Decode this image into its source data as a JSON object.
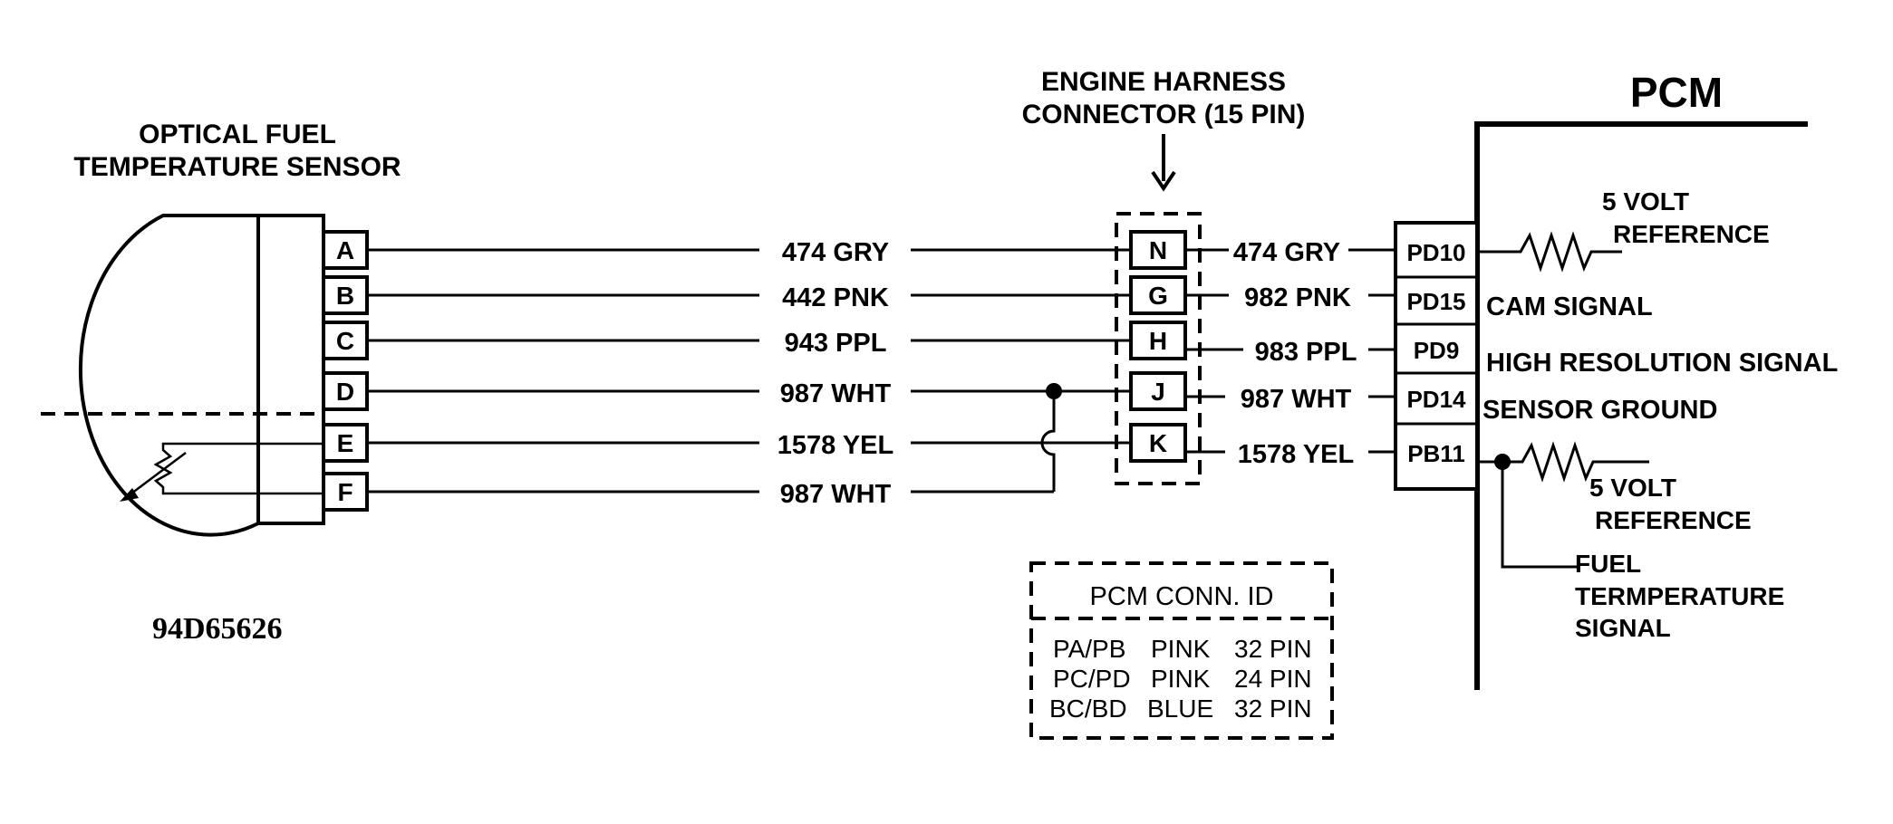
{
  "sensor": {
    "title_line1": "OPTICAL FUEL",
    "title_line2": "TEMPERATURE SENSOR",
    "pins": [
      "A",
      "B",
      "C",
      "D",
      "E",
      "F"
    ]
  },
  "sensor_wires": [
    "474 GRY",
    "442 PNK",
    "943 PPL",
    "987 WHT",
    "1578 YEL",
    "987 WHT"
  ],
  "connector": {
    "title_line1": "ENGINE HARNESS",
    "title_line2": "CONNECTOR (15 PIN)",
    "pins": [
      "N",
      "G",
      "H",
      "J",
      "K"
    ]
  },
  "pcm_wires": [
    "474 GRY",
    "982 PNK",
    "983 PPL",
    "987 WHT",
    "1578 YEL"
  ],
  "pcm": {
    "title": "PCM",
    "pins": [
      "PD10",
      "PD15",
      "PD9",
      "PD14",
      "PB11"
    ],
    "functions": {
      "ref_top_line1": "5 VOLT",
      "ref_top_line2": "REFERENCE",
      "cam": "CAM SIGNAL",
      "hires": "HIGH RESOLUTION SIGNAL",
      "ground": "SENSOR GROUND",
      "ref_bottom_line1": "5 VOLT",
      "ref_bottom_line2": "REFERENCE",
      "fuel_line1": "FUEL",
      "fuel_line2": "TERMPERATURE",
      "fuel_line3": "SIGNAL"
    }
  },
  "conn_id": {
    "title": "PCM CONN. ID",
    "rows": [
      [
        "PA/PB",
        "PINK",
        "32 PIN"
      ],
      [
        "PC/PD",
        "PINK",
        "24 PIN"
      ],
      [
        "BC/BD",
        "BLUE",
        "32 PIN"
      ]
    ]
  },
  "figure_id": "94D65626"
}
